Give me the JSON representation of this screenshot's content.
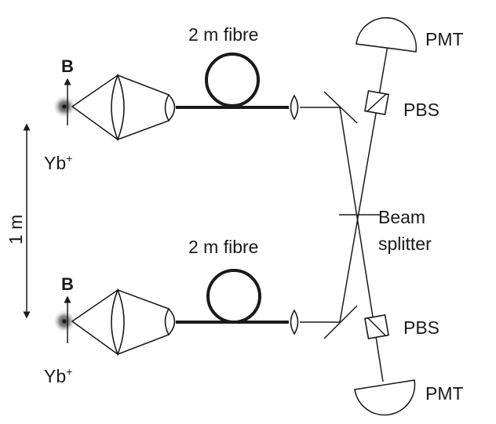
{
  "labels": {
    "fibre_top": "2 m fibre",
    "fibre_bottom": "2 m fibre",
    "b_field_top": "B",
    "b_field_bottom": "B",
    "ion_top": "Yb",
    "ion_top_sup": "+",
    "ion_bottom": "Yb",
    "ion_bottom_sup": "+",
    "distance": "1 m",
    "pmt_top": "PMT",
    "pmt_bottom": "PMT",
    "pbs_top": "PBS",
    "pbs_bottom": "PBS",
    "beam_splitter_line1": "Beam",
    "beam_splitter_line2": "splitter"
  },
  "colors": {
    "ink": "#1a1a1a",
    "ion_core": "#555555",
    "background": "#ffffff"
  },
  "icons": [
    "ion-icon",
    "arrow-icon",
    "lens-icon",
    "fibre-coil-icon",
    "mirror-icon",
    "pbs-cube-icon",
    "pmt-detector-icon"
  ]
}
